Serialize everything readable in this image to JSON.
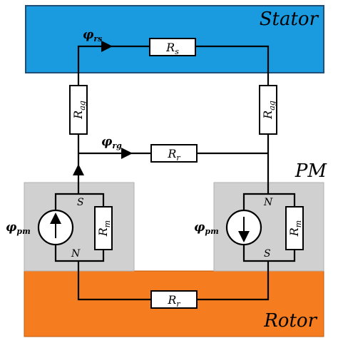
{
  "regions": {
    "stator": {
      "label": "Stator",
      "color": "#1a9be0"
    },
    "rotor": {
      "label": "Rotor",
      "color": "#f57d20"
    },
    "pm_left": {
      "color": "#d0d0d0"
    },
    "pm_right": {
      "color": "#d0d0d0"
    },
    "pm_label": "PM"
  },
  "resistors": {
    "stator_top": {
      "symbol": "R",
      "sub": "s"
    },
    "left_airgap": {
      "symbol": "R",
      "sub": "ag"
    },
    "right_airgap": {
      "symbol": "R",
      "sub": "ag"
    },
    "middle_rotor": {
      "symbol": "R",
      "sub": "r"
    },
    "bottom_rotor": {
      "symbol": "R",
      "sub": "r"
    },
    "left_magnet": {
      "symbol": "R",
      "sub": "m"
    },
    "right_magnet": {
      "symbol": "R",
      "sub": "m"
    }
  },
  "fluxes": {
    "rs": {
      "symbol": "φ",
      "sub": "rs"
    },
    "rg": {
      "symbol": "φ",
      "sub": "rg"
    },
    "pm_left": {
      "symbol": "φ",
      "sub": "pm"
    },
    "pm_right": {
      "symbol": "φ",
      "sub": "pm"
    }
  },
  "poles": {
    "left_top": "S",
    "left_bottom": "N",
    "right_top": "N",
    "right_bottom": "S"
  },
  "colors": {
    "wire": "#000000",
    "resistor_fill": "#ffffff",
    "border": "#1f4e79"
  }
}
